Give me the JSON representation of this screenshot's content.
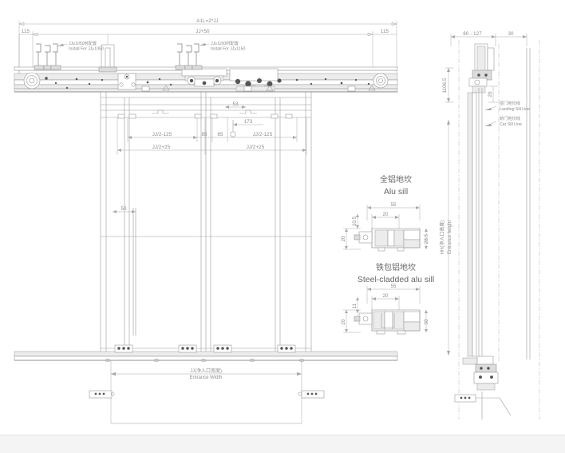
{
  "drawing": {
    "title": "Elevator landing door assembly detail",
    "colors": {
      "line": "#9a9a9a",
      "dim": "#a8a8a8",
      "text": "#8a8a8a",
      "fill": "#ececec",
      "bg": "#ffffff"
    }
  },
  "plan_view": {
    "dimensions": {
      "overall_top": "A1L=2*JJ",
      "second_top": "JJ+50",
      "left_edge": "115",
      "right_edge": "115",
      "half_left_minus": "JJ/2-125",
      "half_right_minus": "JJ/2-125",
      "half_left_plus": "JJ/2+25",
      "half_right_plus": "JJ/2+25",
      "center_left_85": "85",
      "center_right_85": "85",
      "small_53": "53",
      "small_173": "173",
      "left_50": "50"
    },
    "callouts": [
      {
        "cn": "JJ≥1050时配置",
        "en": "Install For JJ≥1050"
      },
      {
        "cn": "JJ≥1150时配置",
        "en": "Install For JJ≥1150"
      }
    ],
    "bottom_label": {
      "cn": "JJ(净入口宽度)",
      "en": "Entrance Width"
    }
  },
  "section_view": {
    "dimensions": {
      "top_range": "80 - 127",
      "top_right": "30",
      "vertical_1106": "1106.5",
      "small_20": "20"
    },
    "height_label": {
      "cn": "HH(净入口高度)",
      "en": "Entrance height"
    },
    "leaders": [
      {
        "cn": "层门地坎线",
        "en": "Landing Sill Line"
      },
      {
        "cn": "轿门地坎线",
        "en": "Car Sill Line"
      }
    ]
  },
  "detail_alu_sill": {
    "title_cn": "全铝地坎",
    "title_en": "Alu sill",
    "dimensions": {
      "width_55": "55",
      "width_20": "20",
      "h_10_5": "10.5",
      "h_20": "20",
      "h_28_5": "28.5"
    }
  },
  "detail_steel_sill": {
    "title_cn": "铁包铝地坎",
    "title_en": "Steel-cladded alu sill",
    "dimensions": {
      "width_55": "55",
      "width_20": "20",
      "h_11": "11",
      "h_20": "20",
      "h_30": "30"
    }
  }
}
